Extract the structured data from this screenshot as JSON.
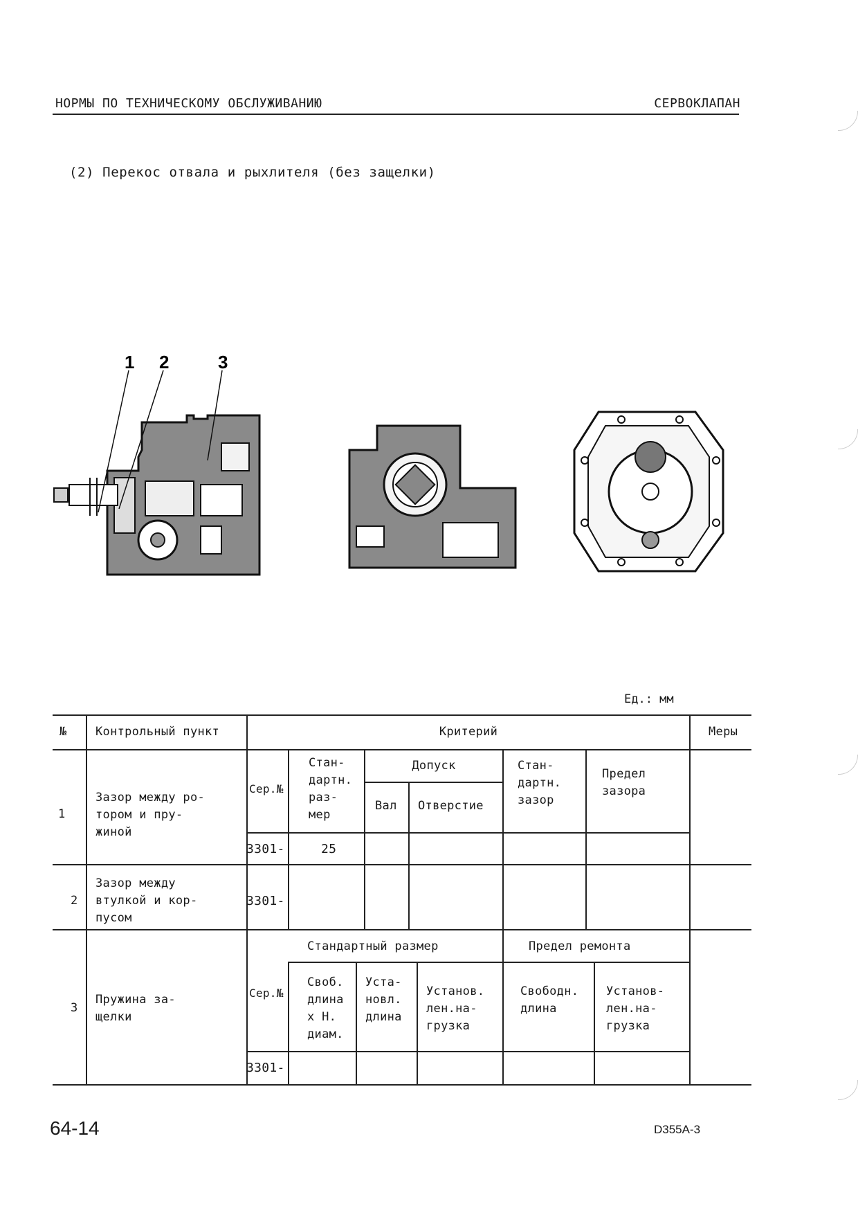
{
  "header": {
    "left_title": "НОРМЫ ПО ТЕХНИЧЕСКОМУ ОБСЛУЖИВАНИЮ",
    "right_title": "СЕРВОКЛАПАН"
  },
  "section_title": "(2) Перекос отвала и рыхлителя (без защелки)",
  "figure": {
    "callouts": [
      "1",
      "2",
      "3"
    ]
  },
  "unit_label": "Ед.: мм",
  "table": {
    "headers": {
      "no": "№",
      "control_point": "Контрольный пункт",
      "criterion": "Критерий",
      "measures": "Меры"
    },
    "row1": {
      "no": "1",
      "item": "Зазор между ро-\nтором и пру-\nжиной",
      "ser": "Сер.№",
      "std_size": "Стан-\nдартн.\nраз-\nмер",
      "tolerance": "Допуск",
      "shaft": "Вал",
      "hole": "Отверстие",
      "std_clearance": "Стан-\nдартн.\nзазор",
      "limit_clearance": "Предел\nзазора",
      "ser_value": "3301-",
      "size_value": "25"
    },
    "row2": {
      "no": "2",
      "item": "Зазор между\nвтулкой и кор-\nпусом",
      "ser_value": "3301-"
    },
    "row3": {
      "no": "3",
      "item": "Пружина за-\nщелки",
      "ser": "Сер.№",
      "std_size": "Стандартный размер",
      "repair_limit": "Предел ремонта",
      "free_length_diam": "Своб.\nдлина\nx Н.\nдиам.",
      "installed_length": "Уста-\nновл.\nдлина",
      "installed_load": "Установ.\nлен.на-\nгрузка",
      "free_length": "Свободн.\nдлина",
      "installed_load_limit": "Установ-\nлен.на-\nгрузка",
      "ser_value": "3301-"
    }
  },
  "footer": {
    "page_number": "64-14",
    "model_code": "D355A-3"
  }
}
